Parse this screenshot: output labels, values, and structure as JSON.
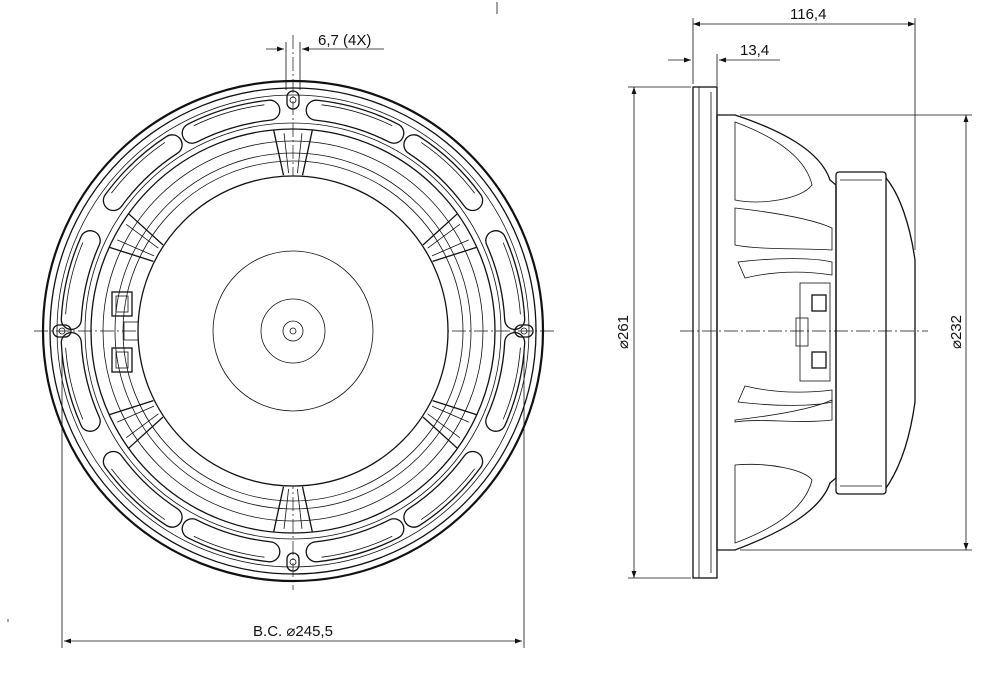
{
  "dimensions": {
    "hole": "6,7 (4X)",
    "bolt_circle": "B.C. ⌀245,5",
    "total_depth": "116,4",
    "flange_thickness": "13,4",
    "outer_diameter": "⌀261",
    "basket_diameter": "⌀232"
  },
  "colors": {
    "line": "#111111",
    "background": "#ffffff"
  }
}
